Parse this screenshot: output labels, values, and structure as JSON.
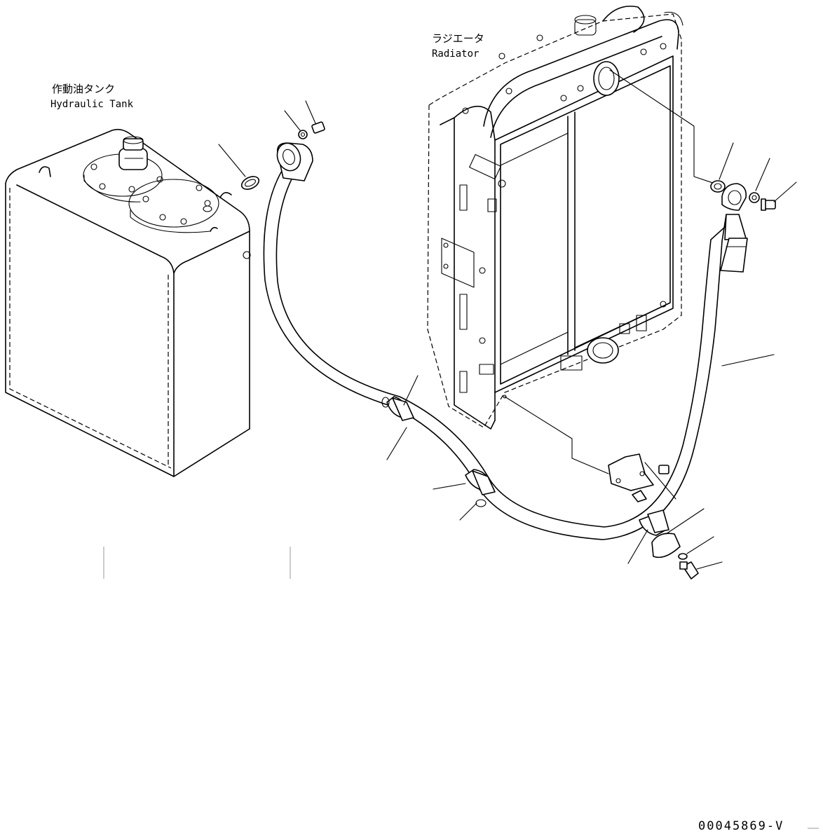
{
  "labels": {
    "tank_jp": "作動油タンク",
    "tank_en": "Hydraulic Tank",
    "radiator_jp": "ラジエータ",
    "radiator_en": "Radiator"
  },
  "drawing_number": "00045869-V"
}
